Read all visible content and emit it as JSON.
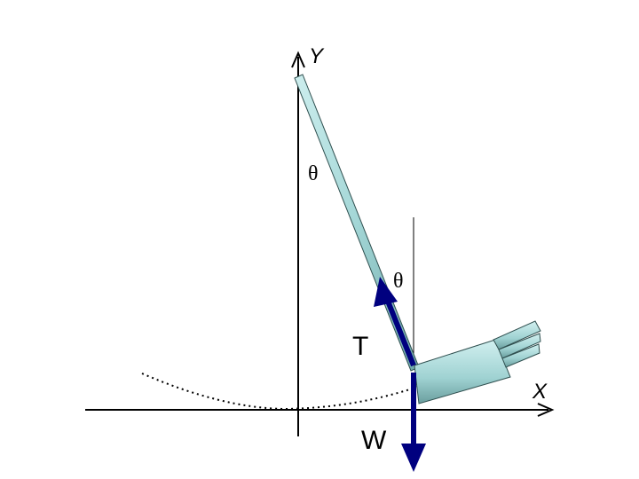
{
  "diagram": {
    "axes": {
      "x_label": "X",
      "y_label": "Y"
    },
    "angle_labels": {
      "at_pivot": "θ",
      "at_bob": "θ"
    },
    "forces": {
      "tension": {
        "label": "T",
        "color": "#00007f"
      },
      "weight": {
        "label": "W",
        "color": "#00007f"
      }
    },
    "colors": {
      "rod_fill": "#a9dede",
      "rod_stroke": "#2f4f4f",
      "path": "#000000"
    }
  }
}
